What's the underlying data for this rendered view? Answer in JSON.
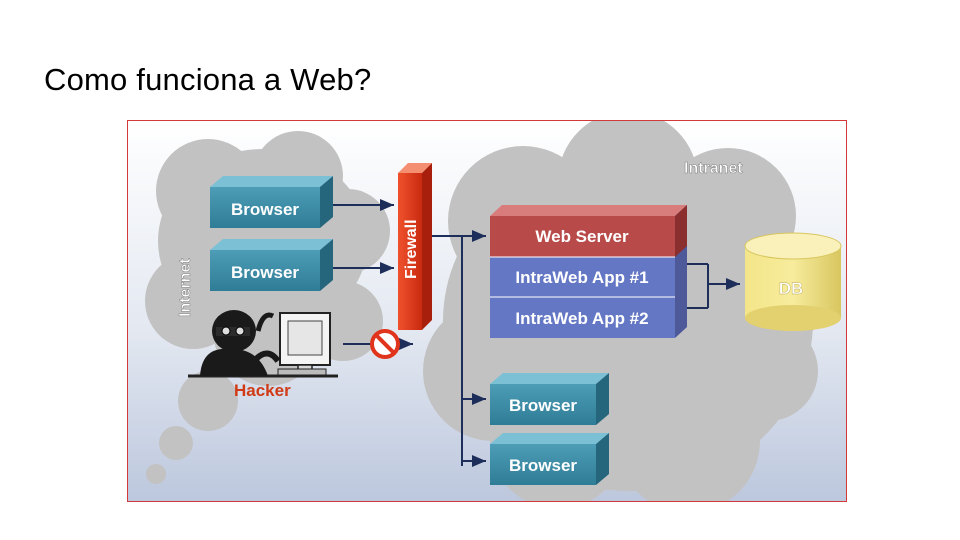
{
  "slide": {
    "title": "Como funciona a Web?"
  },
  "diagram": {
    "internet_label": "Internet",
    "intranet_label": "Intranet",
    "firewall_label": "Firewall",
    "internet_browsers": [
      "Browser",
      "Browser"
    ],
    "hacker_label": "Hacker",
    "web_server_label": "Web Server",
    "apps": [
      "IntraWeb App #1",
      "IntraWeb App #2"
    ],
    "db_label": "DB",
    "intranet_browsers": [
      "Browser",
      "Browser"
    ]
  },
  "colors": {
    "background_gradient_top": "#ffffff",
    "background_gradient_bottom": "#bcc7dd",
    "cloud": "#c2c2c2",
    "box_teal": "#3e8ea8",
    "firewall_red": "#e23a1c",
    "web_server_red": "#b84a4a",
    "app_blue": "#6477c4",
    "db_yellow": "#f0e07a",
    "frame_border": "#d23a3a"
  }
}
